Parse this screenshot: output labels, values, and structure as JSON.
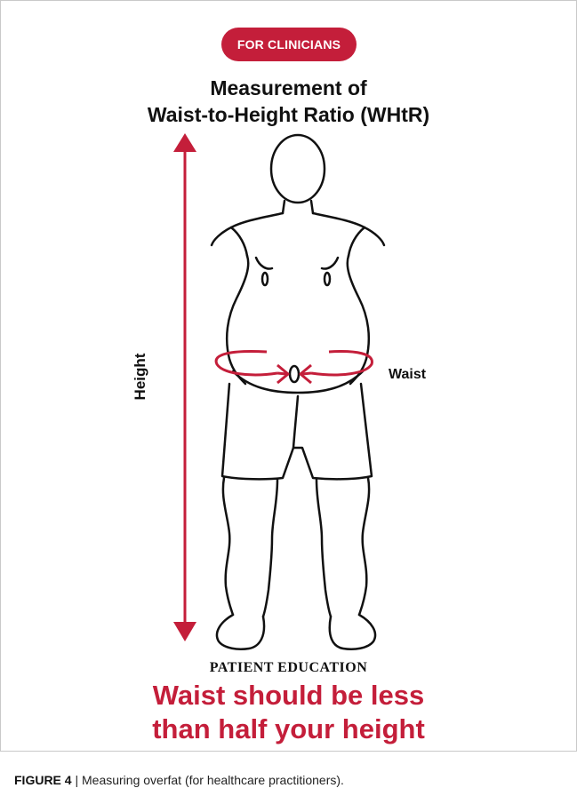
{
  "badge": {
    "label": "FOR CLINICIANS"
  },
  "title": {
    "line1": "Measurement of",
    "line2": "Waist-to-Height Ratio (WHtR)"
  },
  "labels": {
    "height": "Height",
    "waist": "Waist"
  },
  "patient_education": "PATIENT EDUCATION",
  "tagline": {
    "line1": "Waist should be less",
    "line2": "than half your height"
  },
  "caption": {
    "figure_number": "FIGURE 4",
    "separator": " | ",
    "text": "Measuring overfat (for healthcare practitioners)."
  },
  "colors": {
    "accent_red": "#c41e3a",
    "outline": "#111111",
    "frame_border": "#c9c9c9"
  },
  "icons": {
    "body": "human-body-outline",
    "height_arrow": "double-headed-vertical-arrow",
    "waist_tape": "measuring-tape-loop"
  }
}
